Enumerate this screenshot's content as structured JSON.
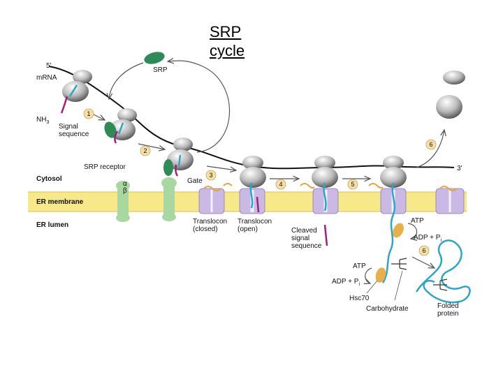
{
  "title_lines": [
    "SRP",
    "cycle"
  ],
  "labels": {
    "five_prime": "5'",
    "three_prime": "3'",
    "mrna": "mRNA",
    "srp": "SRP",
    "nh3": "NH",
    "nh3_sub": "3",
    "signal_sequence": [
      "Signal",
      "sequence"
    ],
    "srp_receptor": "SRP receptor",
    "alpha": "α",
    "beta": "β",
    "gate": "Gate",
    "cytosol": "Cytosol",
    "er_membrane": "ER membrane",
    "er_lumen": "ER lumen",
    "translocon_closed": [
      "Translocon",
      "(closed)"
    ],
    "translocon_open": [
      "Translocon",
      "(open)"
    ],
    "cleaved_signal": [
      "Cleaved",
      "signal",
      "sequence"
    ],
    "atp_1": "ATP",
    "adp_pi_1": "ADP + P",
    "atp_2": "ATP",
    "adp_pi_2": "ADP + P",
    "pi_sub": "i",
    "hsc70": "Hsc70",
    "carbohydrate": "Carbohydrate",
    "folded_protein": [
      "Folded",
      "protein"
    ]
  },
  "steps": [
    "1",
    "2",
    "3",
    "4",
    "5",
    "6",
    "6"
  ],
  "colors": {
    "membrane": "#f7e98a",
    "membrane_edge": "#d8c24a",
    "srp": "#2e8b57",
    "receptor": "#a8d8a0",
    "signal_sequence": "#a0207a",
    "polypeptide": "#2aa6c8",
    "translocon": "#c9b9e4",
    "hsc70": "#e8b04a",
    "step_badge": "#f6dfa6"
  }
}
